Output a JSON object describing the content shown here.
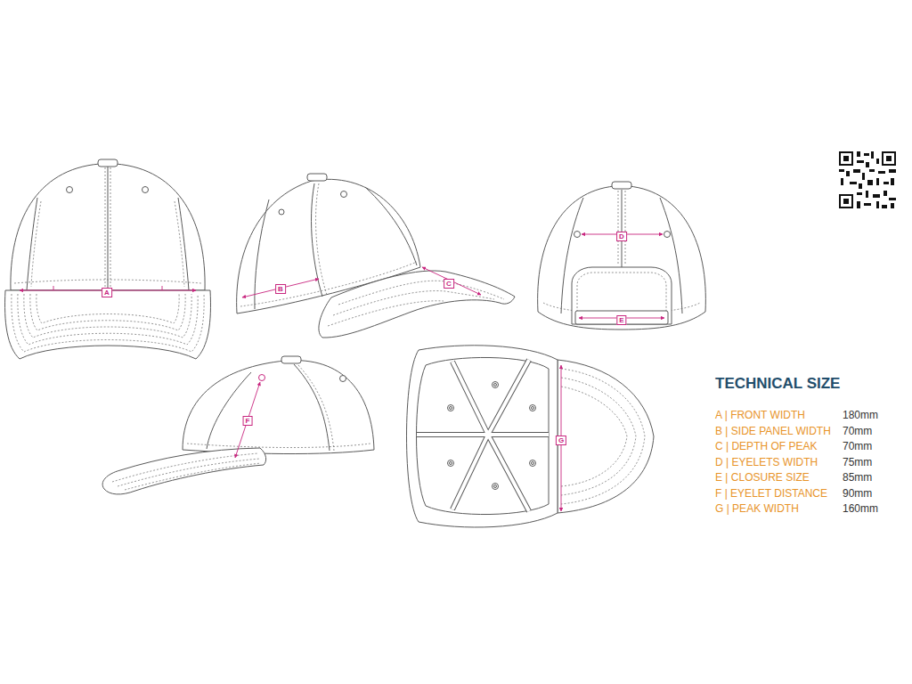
{
  "diagram": {
    "title": "TECHNICAL SIZE",
    "labels": [
      "A",
      "B",
      "C",
      "D",
      "E",
      "F",
      "G",
      "A | FRONT WIDTH",
      "180mm",
      "B | SIDE PANEL WIDTH",
      "70mm",
      "C | DEPTH OF PEAK",
      "70mm",
      "D | EYELETS WIDTH",
      "75mm",
      "E | CLOSURE SIZE",
      "85mm",
      "F | EYELET DISTANCE",
      "90mm",
      "G | PEAK WIDTH",
      "160mm"
    ]
  }
}
